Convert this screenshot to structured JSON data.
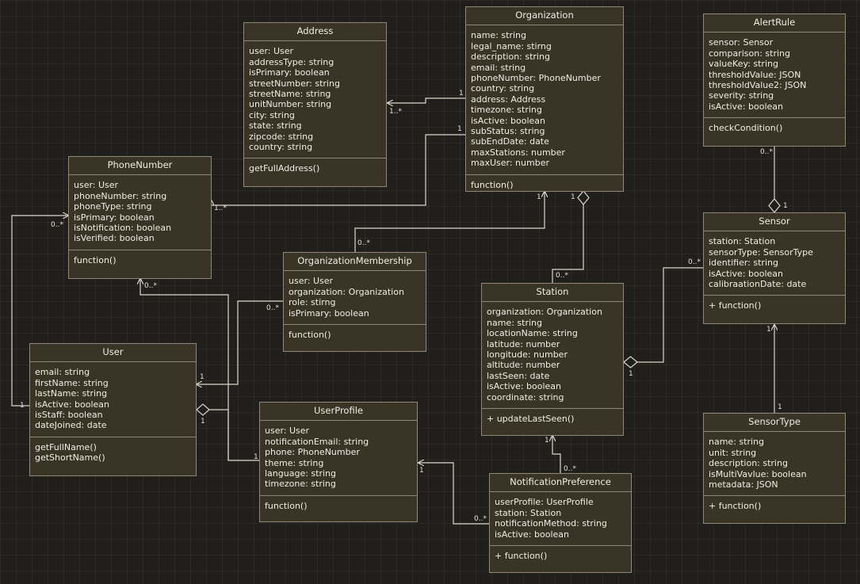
{
  "classes": {
    "address": {
      "name": "Address",
      "attributes": [
        "user: User",
        "addressType: string",
        "isPrimary: boolean",
        "streetNumber: string",
        "streetName: string",
        "unitNumber: string",
        "city: string",
        "state: string",
        "zipcode: string",
        "country: string"
      ],
      "methods": [
        "getFullAddress()"
      ]
    },
    "organization": {
      "name": "Organization",
      "attributes": [
        "name: string",
        "legal_name: stirng",
        "description: string",
        "email: string",
        "phoneNumber: PhoneNumber",
        "country: string",
        "address: Address",
        "timezone: string",
        "isActive: boolean",
        "subStatus: string",
        "subEndDate: date",
        "maxStations: number",
        "maxUser: number"
      ],
      "methods": [
        "function()"
      ]
    },
    "alertrule": {
      "name": "AlertRule",
      "attributes": [
        "sensor: Sensor",
        "comparison: string",
        "valueKey: string",
        "thresholdValue: JSON",
        "thresholdValue2: JSON",
        "severity: string",
        "isActive: boolean"
      ],
      "methods": [
        "checkCondition()"
      ]
    },
    "phonenumber": {
      "name": "PhoneNumber",
      "attributes": [
        "user: User",
        "phoneNumber: string",
        "phoneType: string",
        "isPrimary: boolean",
        "isNotification: boolean",
        "isVerified: boolean"
      ],
      "methods": [
        "function()"
      ]
    },
    "membership": {
      "name": "OrganizationMembership",
      "attributes": [
        "user: User",
        "organization: Organization",
        "role: stirng",
        "isPrimary: boolean"
      ],
      "methods": [
        "function()"
      ]
    },
    "station": {
      "name": "Station",
      "attributes": [
        "organization: Organization",
        "name: string",
        "locationName: string",
        "latitude: number",
        "longitude: number",
        "altitude: number",
        "lastSeen: date",
        "isActive: boolean",
        "coordinate: string"
      ],
      "methods": [
        "+ updateLastSeen()"
      ]
    },
    "sensor": {
      "name": "Sensor",
      "attributes": [
        "station: Station",
        "sensorType: SensorType",
        "identifier: string",
        "isActive: boolean",
        "calibraationDate: date"
      ],
      "methods": [
        "+ function()"
      ]
    },
    "user": {
      "name": "User",
      "attributes": [
        "email: string",
        "firstName: string",
        "lastName: string",
        "isActive: boolean",
        "isStaff: boolean",
        "dateJoined: date"
      ],
      "methods": [
        "getFullName()",
        "getShortName()"
      ]
    },
    "userprofile": {
      "name": "UserProfile",
      "attributes": [
        "user: User",
        "notificationEmail: string",
        "phone: PhoneNumber",
        "theme: string",
        "language: string",
        "timezone: string"
      ],
      "methods": [
        "function()"
      ]
    },
    "notificationpreference": {
      "name": "NotificationPreference",
      "attributes": [
        "userProfile: UserProfile",
        "station: Station",
        "notificationMethod: string",
        "isActive: boolean"
      ],
      "methods": [
        "+ function()"
      ]
    },
    "sensortype": {
      "name": "SensorType",
      "attributes": [
        "name: string",
        "unit: string",
        "description: string",
        "isMultiVavlue: boolean",
        "metadata: JSON"
      ],
      "methods": [
        "+ function()"
      ]
    }
  },
  "multiplicities": {
    "org_address_1": "1",
    "address_many": "1..*",
    "org_phone_1": "1",
    "phone_many": "1..*",
    "user_phone_1": "1",
    "phone_user_many": "0..*",
    "membership_org_many": "0..*",
    "org_membership_1": "1",
    "org_station_1": "1",
    "station_org_many": "0..*",
    "alertrule_many": "0..*",
    "sensor_alert_1": "1",
    "sensor_station_many": "0..*",
    "station_sensor_1": "1",
    "sensortype_1": "1",
    "sensor_type_1": "1",
    "phone_profile_many": "0..*",
    "membership_user_many": "0..*",
    "user_membership_1": "1",
    "user_profile_1": "1",
    "profile_user_1": "1",
    "profile_pref_1": "1",
    "pref_profile_many": "0..*",
    "station_pref_1": "1",
    "pref_station_many": "0..*"
  }
}
